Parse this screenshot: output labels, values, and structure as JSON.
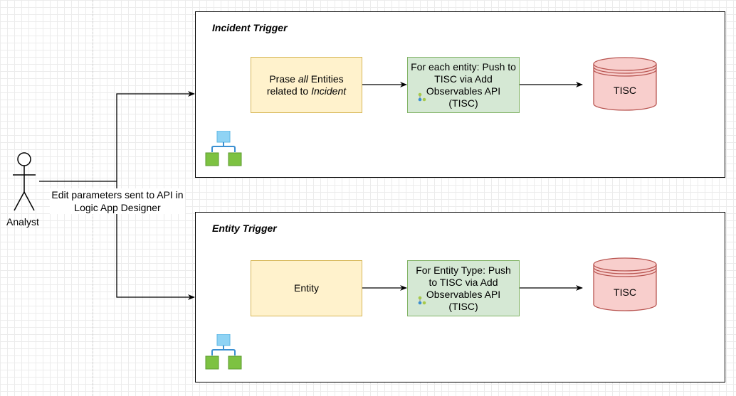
{
  "actor": {
    "name": "Analyst"
  },
  "edge_label": {
    "line1": "Edit parameters sent to API in",
    "line2": "Logic App Designer"
  },
  "incident_flow": {
    "title": "Incident Trigger",
    "step1": {
      "prefix": "Prase ",
      "em1": "all",
      "mid": " Entities related to ",
      "em2": "Incident"
    },
    "step2": {
      "text": "For each entity: Push to TISC via Add Observables API (TISC)"
    },
    "db": {
      "label": "TISC"
    },
    "icon": "workflow-icon"
  },
  "entity_flow": {
    "title": "Entity Trigger",
    "step1": {
      "text": "Entity"
    },
    "step2": {
      "text": "For Entity Type: Push to TISC via Add Observables API (TISC)"
    },
    "db": {
      "label": "TISC"
    },
    "icon": "workflow-icon"
  },
  "colors": {
    "note_fill": "#fff2cc",
    "note_stroke": "#d6b656",
    "action_fill": "#d5e8d4",
    "action_stroke": "#82b366",
    "db_fill": "#f8cecc",
    "db_stroke": "#b85450",
    "icon_blue": "#8fd3f4",
    "icon_green": "#7dc242"
  }
}
